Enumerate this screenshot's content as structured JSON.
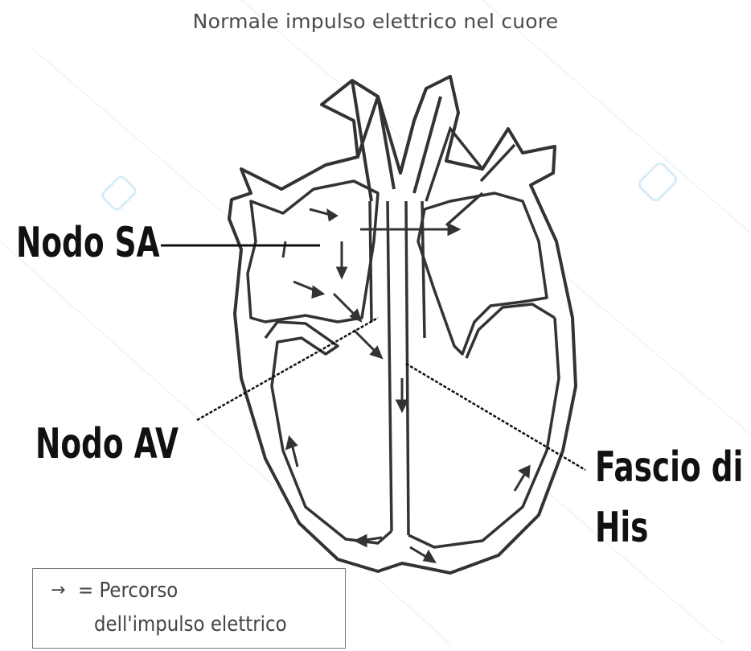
{
  "title": "Normale impulso elettrico nel cuore",
  "labels": {
    "sa_node": "Nodo SA",
    "av_node": "Nodo AV",
    "his_line1": "Fascio di",
    "his_line2": "His"
  },
  "legend": {
    "symbol": "→",
    "line1": "= Percorso",
    "line2": "dell'impulso  elettrico"
  },
  "colors": {
    "outline": "#3a3a3a",
    "fill": "#ffffff",
    "label": "#111111"
  }
}
